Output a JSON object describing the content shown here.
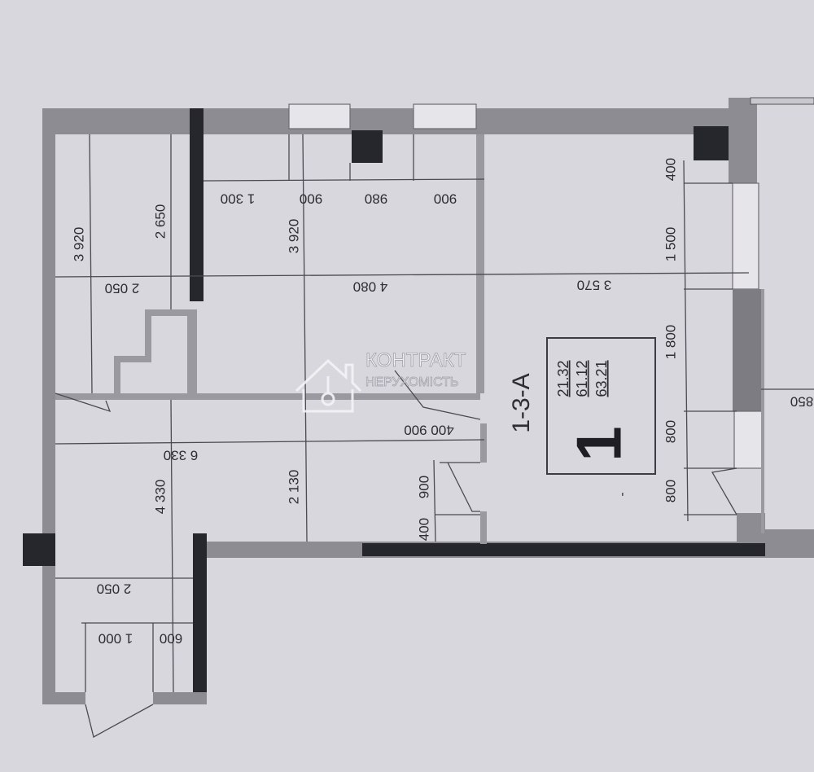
{
  "plan": {
    "apartment_id": "1-3-A",
    "rooms_count": "1",
    "areas": [
      "21.32",
      "61.12",
      "63.21"
    ],
    "minus_mark": "-",
    "colors": {
      "background": "#d8d7dd",
      "wall": "#8d8c92",
      "bearing_wall": "#26262d",
      "lines": "#4a4a52"
    }
  },
  "dimensions": [
    "3 920",
    "2 650",
    "2 050",
    "1 300",
    "900",
    "980",
    "900",
    "3 920",
    "4 080",
    "3 570",
    "400",
    "1 500",
    "1 800",
    "800",
    "800",
    "850",
    "400 900",
    "6 330",
    "4 330",
    "2 130",
    "900",
    "400",
    "2 050",
    "1 000",
    "600"
  ],
  "watermark": {
    "line1": "КОНТРАКТ",
    "line2": "НЕРУХОМІСТЬ",
    "icon": "house-key-icon"
  }
}
